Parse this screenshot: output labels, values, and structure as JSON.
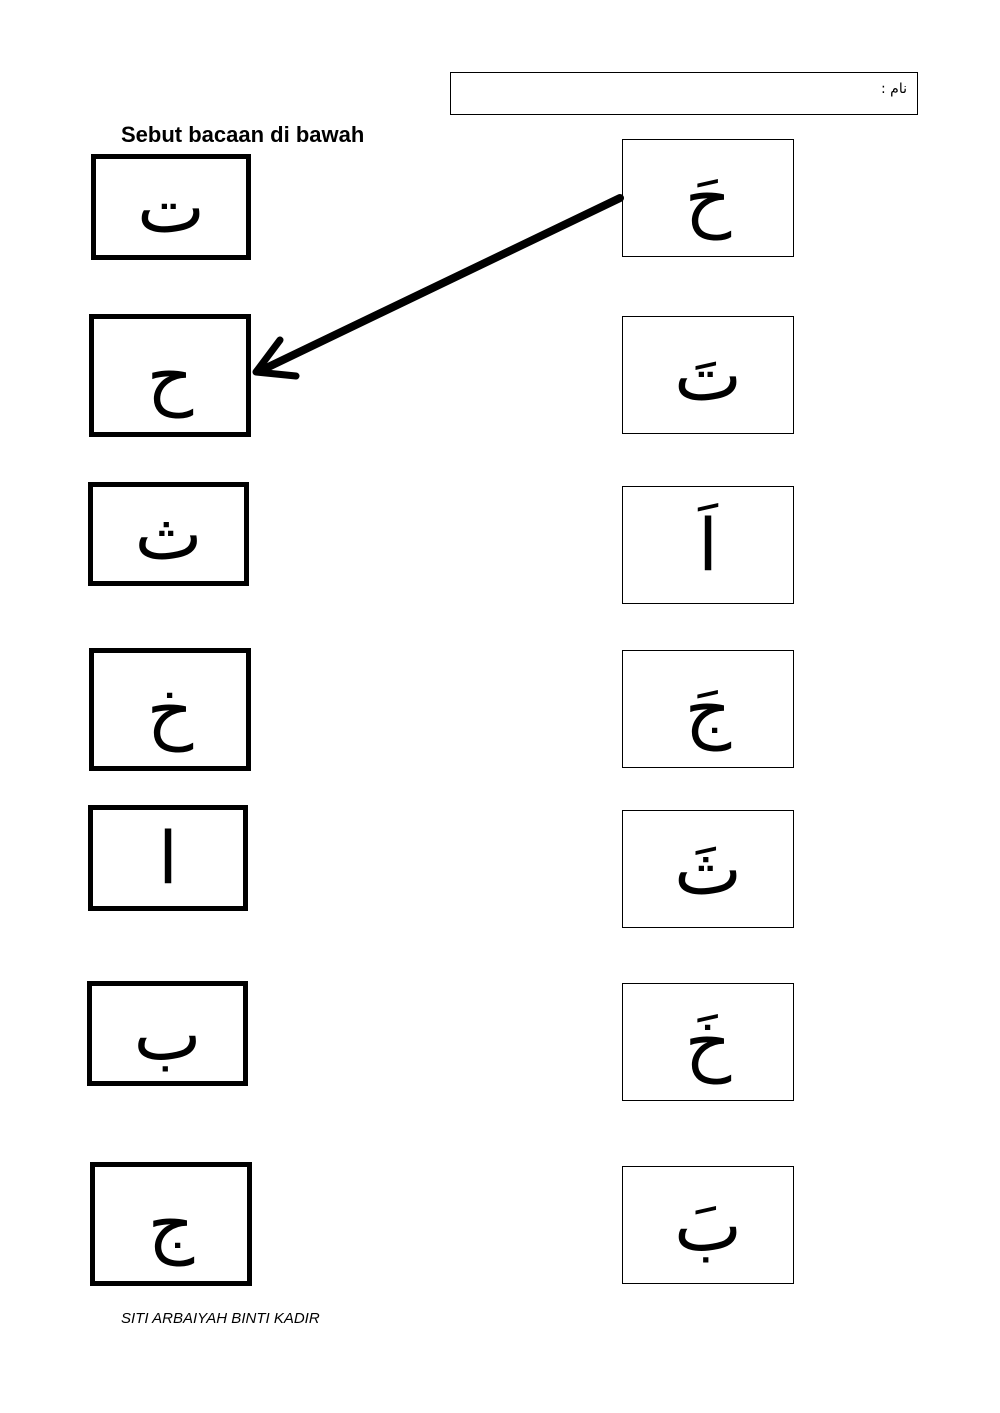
{
  "header": {
    "name_label": "نام :"
  },
  "instruction": "Sebut bacaan di bawah",
  "left_letters": [
    "ت",
    "ح",
    "ث",
    "خ",
    "ا",
    "ب",
    "ج"
  ],
  "right_letters": [
    "حَ",
    "تَ",
    "اَ",
    "جَ",
    "ثَ",
    "خَ",
    "بَ"
  ],
  "footer": "SITI ARBAIYAH BINTI KADIR"
}
